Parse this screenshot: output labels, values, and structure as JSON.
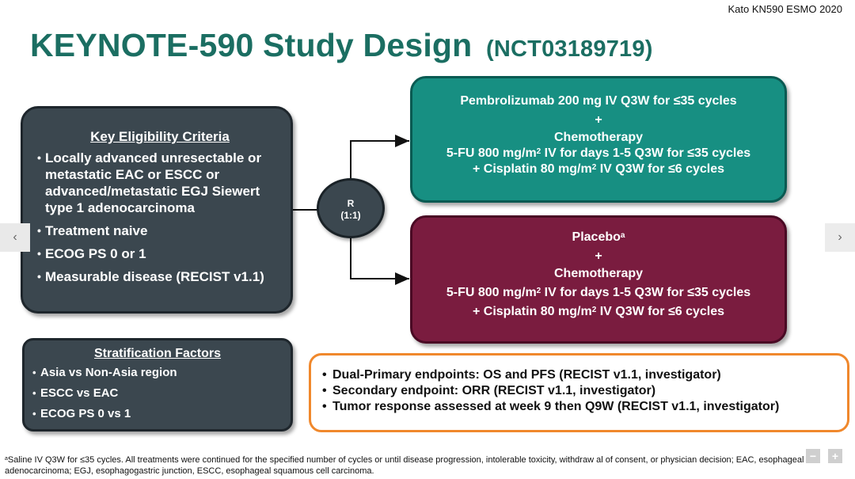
{
  "header": {
    "citation": "Kato KN590 ESMO 2020"
  },
  "title": {
    "main": "KEYNOTE-590 Study Design",
    "trial_id": "(NCT03189719)"
  },
  "eligibility": {
    "heading": "Key Eligibility Criteria",
    "items": [
      "Locally advanced unresectable or metastatic EAC or ESCC or advanced/metastatic EGJ Siewert type 1 adenocarcinoma",
      "Treatment naive",
      "ECOG PS 0 or 1",
      "Measurable disease (RECIST v1.1)"
    ]
  },
  "randomization": {
    "label": "R",
    "ratio": "(1:1)"
  },
  "arm1": {
    "drug": "Pembrolizumab 200 mg IV Q3W for ≤35 cycles",
    "plus": "+",
    "chemo_title": "Chemotherapy",
    "fu_pre": "5-FU 800 mg/m",
    "fu_sup": "2",
    "fu_post": " IV for days 1-5 Q3W for ≤35 cycles",
    "cis_pre": "+ Cisplatin 80 mg/m",
    "cis_sup": "2",
    "cis_post": " IV Q3W for ≤6 cycles"
  },
  "arm2": {
    "drug": "Placebo",
    "drug_sup": "a",
    "plus": "+",
    "chemo_title": "Chemotherapy",
    "fu_pre": "5-FU 800 mg/m",
    "fu_sup": "2",
    "fu_post": " IV for days 1-5 Q3W for ≤35 cycles",
    "cis_pre": "+ Cisplatin 80 mg/m",
    "cis_sup": "2",
    "cis_post": " IV Q3W for ≤6 cycles"
  },
  "stratification": {
    "heading": "Stratification Factors",
    "items": [
      "Asia vs Non-Asia region",
      "ESCC vs EAC",
      "ECOG PS 0 vs 1"
    ]
  },
  "endpoints": [
    "Dual-Primary endpoints: OS and PFS (RECIST v1.1, investigator)",
    "Secondary endpoint: ORR (RECIST v1.1, investigator)",
    "Tumor response assessed at week 9 then Q9W (RECIST v1.1, investigator)"
  ],
  "footnote": {
    "marker": "a",
    "text": "Saline IV Q3W for ≤35 cycles. All treatments were continued for the specified number of cycles or until disease progression, intolerable toxicity, withdraw al of consent, or physician decision; EAC, esophageal adenocarcinoma; EGJ, esophagogastric junction, ESCC, esophageal squamous cell carcinoma."
  },
  "nav": {
    "prev": "‹",
    "next": "›",
    "zoom_out": "−",
    "zoom_in": "+"
  },
  "colors": {
    "title_teal": "#1b6e62",
    "dark_box": "#3b474f",
    "arm1_teal": "#178f82",
    "arm2_maroon": "#7a1c3f",
    "endpoint_border": "#f0882c"
  }
}
